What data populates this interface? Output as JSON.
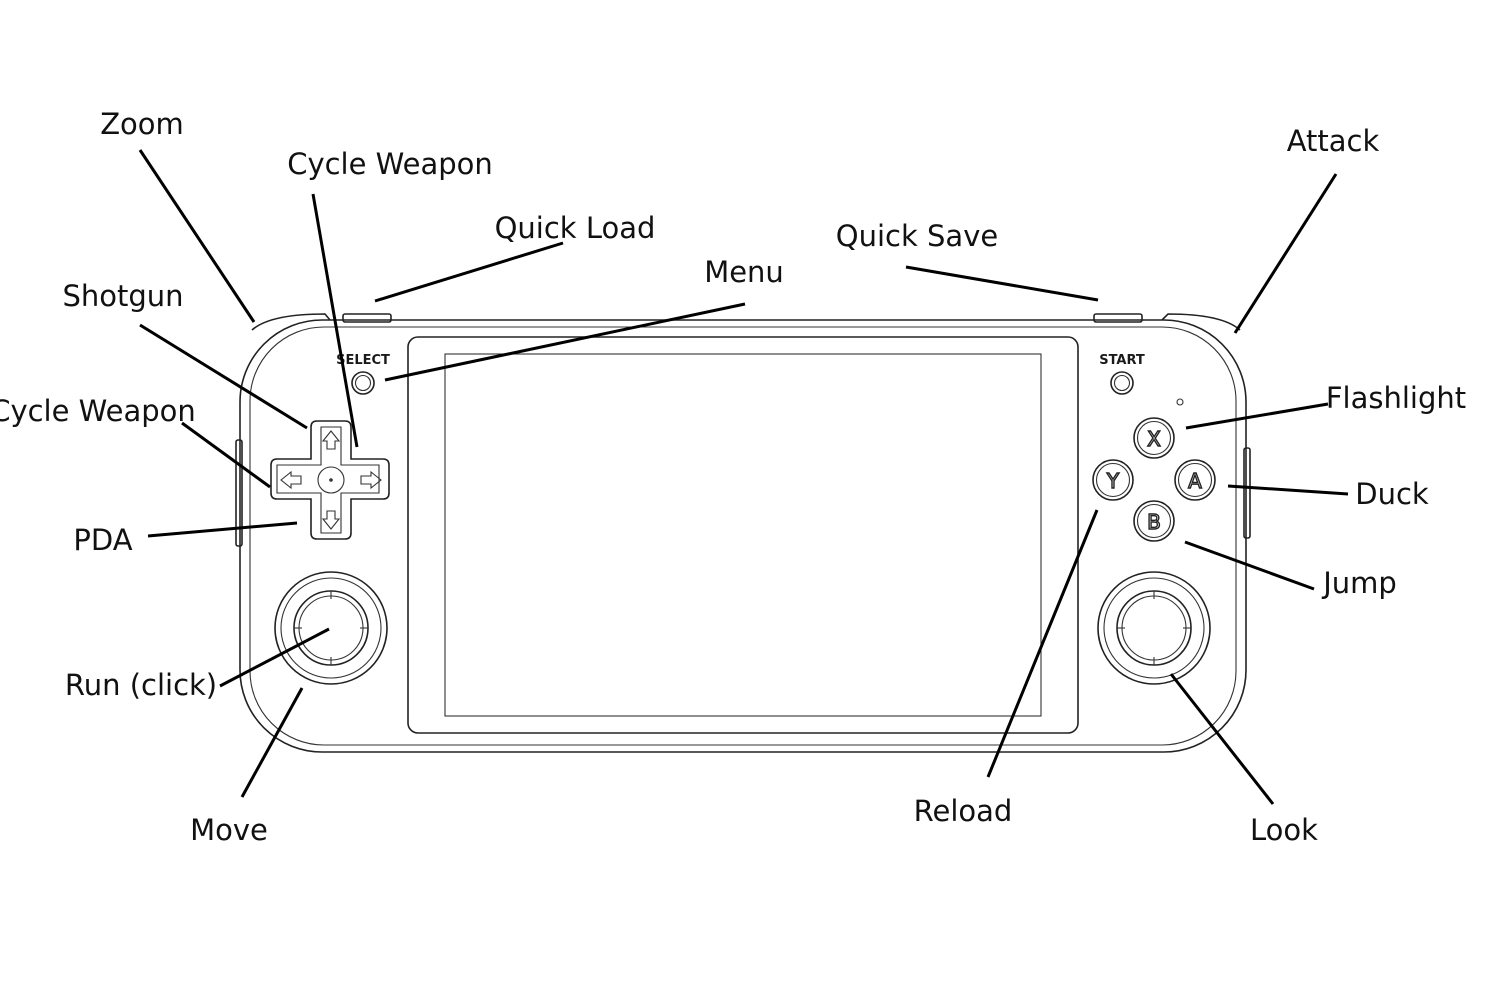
{
  "device": {
    "buttons": {
      "select": "SELECT",
      "start": "START",
      "x": "X",
      "y": "Y",
      "a": "A",
      "b": "B"
    }
  },
  "callouts": {
    "zoom": "Zoom",
    "cycle_weapon_top": "Cycle Weapon",
    "quick_load": "Quick Load",
    "menu": "Menu",
    "quick_save": "Quick Save",
    "attack": "Attack",
    "shotgun": "Shotgun",
    "cycle_weapon_left": "Cycle Weapon",
    "pda": "PDA",
    "run_click": "Run (click)",
    "move": "Move",
    "flashlight": "Flashlight",
    "duck": "Duck",
    "jump": "Jump",
    "reload": "Reload",
    "look": "Look"
  }
}
